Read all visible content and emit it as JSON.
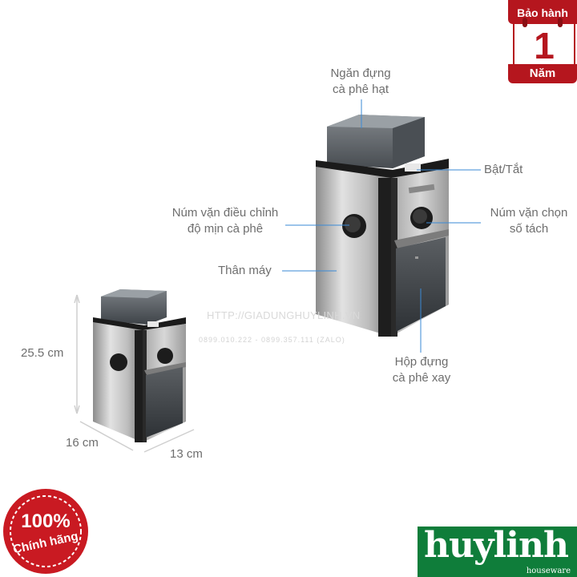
{
  "callouts": {
    "hopper": [
      "Ngăn đựng",
      "cà phê hạt"
    ],
    "power": "Bật/Tắt",
    "fineness_knob": [
      "Núm vặn điều chỉnh",
      "độ mịn cà phê"
    ],
    "cups_knob": [
      "Núm vặn chọn",
      "số tách"
    ],
    "body": "Thân máy",
    "container": [
      "Hộp đựng",
      "cà phê xay"
    ]
  },
  "dimensions": {
    "height": "25.5 cm",
    "depth": "16 cm",
    "width": "13 cm"
  },
  "watermark": {
    "url": "HTTP://GIADUNGHUYLINH.VN",
    "phones": "0899.010.222 - 0899.357.111 (ZALO)"
  },
  "warranty_badge": {
    "top": "Bảo hành",
    "number": "1",
    "bottom": "Năm"
  },
  "authentic_stamp": {
    "percent": "100%",
    "text": "Chính hãng"
  },
  "brand": {
    "name": "huylinh",
    "tagline": "houseware"
  },
  "colors": {
    "brand_green": "#0f7d3a",
    "badge_red": "#b5161e",
    "callout_blue": "#3a8ad6"
  }
}
